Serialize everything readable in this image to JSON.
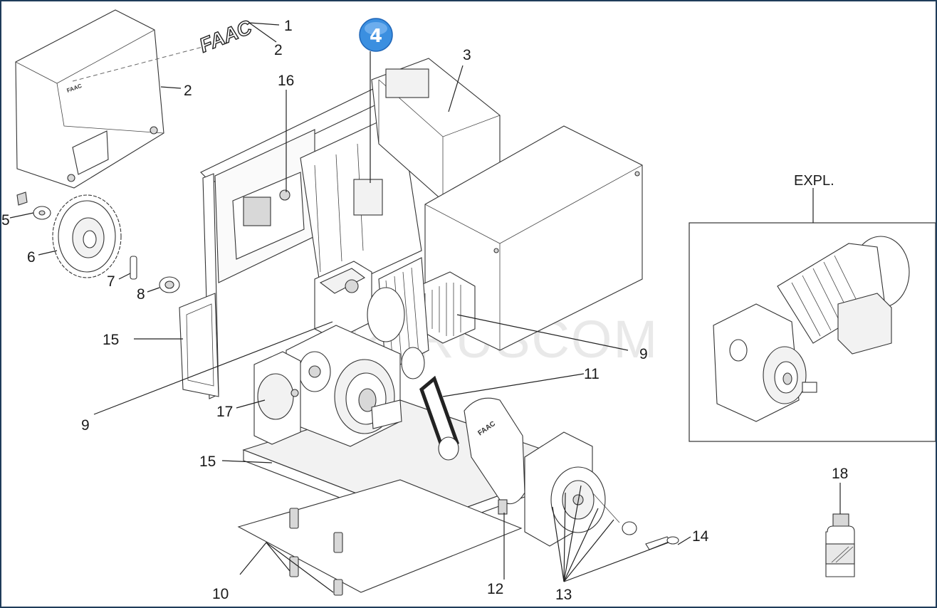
{
  "diagram": {
    "logo_text": "FAAC",
    "badge": {
      "number": "4",
      "color": "#3b8fe0"
    },
    "watermark": "PARUSCOM",
    "callouts": [
      "1",
      "2",
      "2",
      "3",
      "16",
      "5",
      "6",
      "7",
      "8",
      "15",
      "9",
      "9",
      "11",
      "17",
      "15",
      "10",
      "12",
      "13",
      "14",
      "18"
    ],
    "inset_label": "EXPL.",
    "colors": {
      "border": "#1f3c5a",
      "badge": "#3b8fe0",
      "lines": "#222222"
    }
  }
}
